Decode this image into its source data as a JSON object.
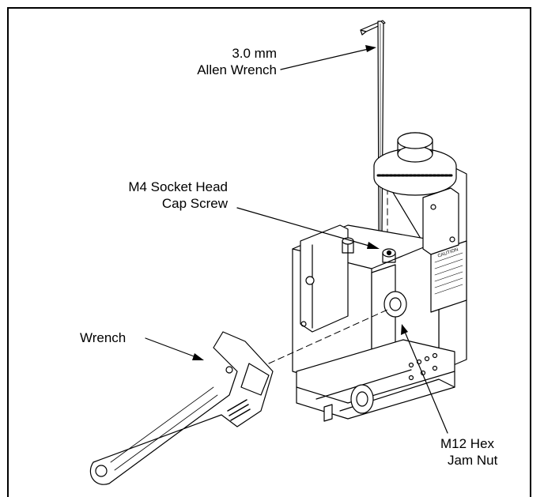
{
  "labels": {
    "allen_wrench_line1": "3.0 mm",
    "allen_wrench_line2": "Allen Wrench",
    "socket_screw_line1": "M4 Socket Head",
    "socket_screw_line2": "Cap Screw",
    "wrench": "Wrench",
    "jam_nut_line1": "M12 Hex",
    "jam_nut_line2": "Jam Nut"
  },
  "caution_plate": {
    "title": "CAUTION"
  }
}
